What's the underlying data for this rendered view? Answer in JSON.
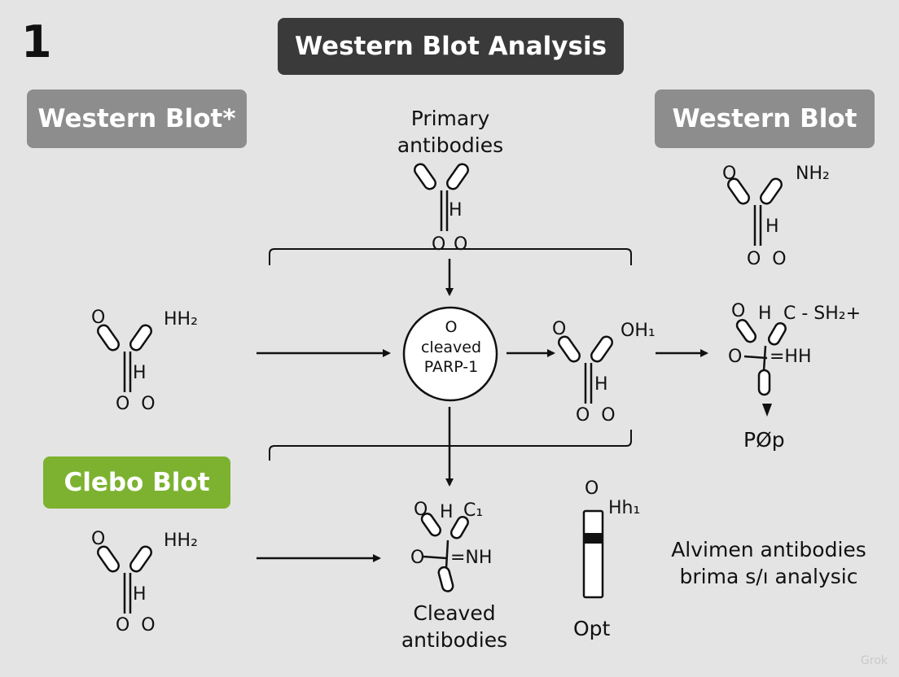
{
  "panel_number": "1",
  "title": "Western Blot Analysis",
  "tags": {
    "left": "Western Blot*",
    "right": "Western Blot",
    "green": "Clebo Blot"
  },
  "labels": {
    "primary_antibodies": "Primary\nantibodies",
    "top_H": "H",
    "top_O1": "O",
    "top_O2": "O",
    "right_top_NH2": "NH₂",
    "right_top_O": "O",
    "right_top_H": "H",
    "right_top_OO": "O  O",
    "left_mid_O": "O",
    "left_mid_HH2": "HH₂",
    "left_mid_H": "H",
    "left_mid_OO": "O  O",
    "circle": "O\ncleaved\nPARP-1",
    "mid_right_O": "O",
    "mid_right_OH": "OH₁",
    "mid_right_H": "H",
    "mid_right_OO": "O  O",
    "far_right_O": "O",
    "far_right_H": "H",
    "far_right_C_SH2": "C - SH₂+",
    "far_right_O2": "O",
    "far_right_HH": "=HH",
    "far_right_pop": "PØp",
    "left_low_O": "O",
    "left_low_HH2": "HH₂",
    "left_low_H": "H",
    "left_low_OO": "O  O",
    "cleaved_O": "O",
    "cleaved_H": "H",
    "cleaved_C1": "C₁",
    "cleaved_O2": "O",
    "cleaved_NH": "=NH",
    "cleaved_antibodies": "Cleaved\nantibodies",
    "gel_O": "O",
    "gel_Hh1": "Hh₁",
    "gel_opt": "Opt",
    "note": "Alvimen antibodies\nbrima s/ı analysic",
    "watermark": "Grok"
  },
  "colors": {
    "title_bg": "#3a3a3a",
    "tag_gray": "#8d8d8d",
    "tag_green": "#7cb230",
    "background": "#e4e4e4"
  }
}
